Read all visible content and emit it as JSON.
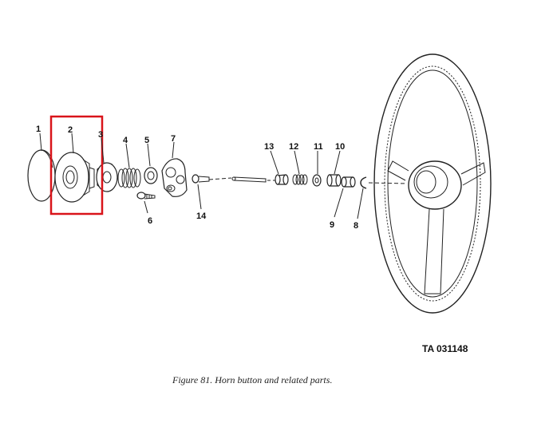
{
  "figure": {
    "caption": "Figure 81. Horn button and related parts.",
    "code": "TA 031148"
  },
  "callouts": [
    "1",
    "2",
    "3",
    "4",
    "5",
    "6",
    "7",
    "8",
    "9",
    "10",
    "11",
    "12",
    "13",
    "14"
  ],
  "highlight": {
    "item": "2",
    "color": "#d9141a"
  }
}
